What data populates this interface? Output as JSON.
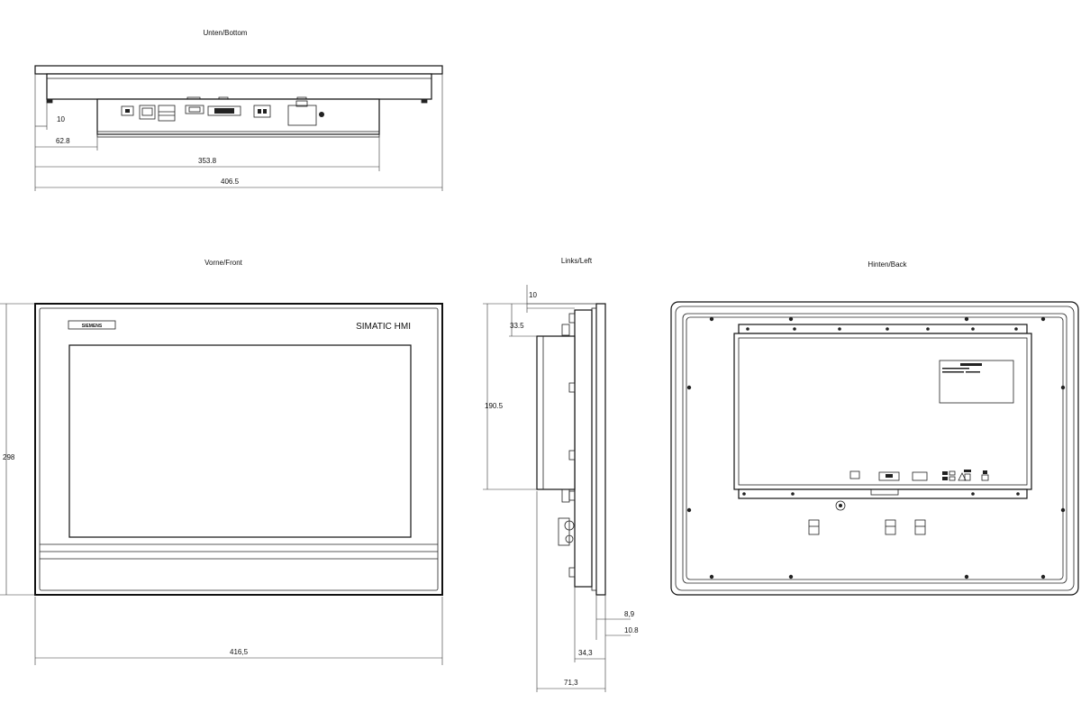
{
  "views": {
    "bottom": {
      "title": "Unten/Bottom"
    },
    "front": {
      "title": "Vorne/Front",
      "logo": "SIEMENS",
      "brand": "SIMATIC HMI"
    },
    "left": {
      "title": "Links/Left"
    },
    "back": {
      "title": "Hinten/Back"
    }
  },
  "dimensions": {
    "bottom": {
      "offset_small": "10",
      "offset_port": "62.8",
      "module_width": "353.8",
      "overall_width": "406.5"
    },
    "front": {
      "height": "298",
      "width": "416,5"
    },
    "left": {
      "top_small": "10",
      "top_offset": "33.5",
      "module_height": "190.5",
      "front_thick": "8,9",
      "front_depth": "10.8",
      "module_depth": "34,3",
      "overall_depth": "71,3"
    }
  }
}
